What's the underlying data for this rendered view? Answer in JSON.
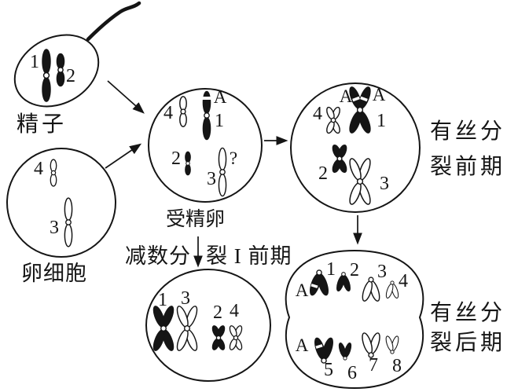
{
  "figure": {
    "type": "biology-genetics-diagram",
    "background_color": "#ffffff",
    "ink_color": "#151515"
  },
  "cells": {
    "sperm": {
      "label": "精子",
      "chromosomes": [
        {
          "id": "1",
          "color": "black",
          "form": "single",
          "size": "long"
        },
        {
          "id": "2",
          "color": "black",
          "form": "single",
          "size": "short"
        }
      ]
    },
    "egg": {
      "label": "卵细胞",
      "chromosomes": [
        {
          "id": "4",
          "color": "white",
          "form": "single",
          "size": "short"
        },
        {
          "id": "3",
          "color": "white",
          "form": "single",
          "size": "long"
        }
      ]
    },
    "zygote": {
      "label": "受精卵",
      "chromosomes": [
        {
          "id": "4",
          "color": "white",
          "form": "single",
          "size": "short"
        },
        {
          "id": "1",
          "color": "black",
          "form": "single",
          "size": "long",
          "allele": "A"
        },
        {
          "id": "2",
          "color": "black",
          "form": "single",
          "size": "short"
        },
        {
          "id": "3",
          "color": "white",
          "form": "single",
          "size": "long",
          "allele": "?"
        }
      ]
    },
    "mitosis_prophase": {
      "label_line1": "有丝分",
      "label_line2": "裂前期",
      "chromosomes": [
        {
          "id": "1",
          "color": "black",
          "form": "duplicated",
          "size": "large",
          "allele_left": "A",
          "allele_right": "A"
        },
        {
          "id": "4",
          "color": "white",
          "form": "duplicated",
          "size": "small"
        },
        {
          "id": "2",
          "color": "black",
          "form": "duplicated",
          "size": "small"
        },
        {
          "id": "3",
          "color": "white",
          "form": "duplicated",
          "size": "large"
        }
      ]
    },
    "meiosis_prophase": {
      "label_left": "减数分",
      "label_right": "裂 I 前期",
      "chromosomes": [
        {
          "id": "1",
          "color": "black",
          "form": "duplicated",
          "size": "large"
        },
        {
          "id": "3",
          "color": "white",
          "form": "duplicated",
          "size": "large"
        },
        {
          "id": "2",
          "color": "black",
          "form": "duplicated",
          "size": "small"
        },
        {
          "id": "4",
          "color": "white",
          "form": "duplicated",
          "size": "small"
        }
      ]
    },
    "mitosis_anaphase": {
      "label_line1": "有丝分",
      "label_line2": "裂后期",
      "top_allele": "A",
      "bottom_allele": "A",
      "top_chromosomes": [
        {
          "id": "1",
          "color": "black"
        },
        {
          "id": "2",
          "color": "black"
        },
        {
          "id": "3",
          "color": "white"
        },
        {
          "id": "4",
          "color": "white"
        }
      ],
      "bottom_chromosomes": [
        {
          "id": "5",
          "color": "black"
        },
        {
          "id": "6",
          "color": "black"
        },
        {
          "id": "7",
          "color": "white"
        },
        {
          "id": "8",
          "color": "white"
        }
      ]
    }
  },
  "flows": [
    {
      "from": "sperm",
      "to": "zygote"
    },
    {
      "from": "egg",
      "to": "zygote"
    },
    {
      "from": "zygote",
      "to": "mitosis_prophase"
    },
    {
      "from": "mitosis_prophase",
      "to": "mitosis_anaphase"
    },
    {
      "from": "zygote",
      "to": "meiosis_prophase"
    }
  ]
}
